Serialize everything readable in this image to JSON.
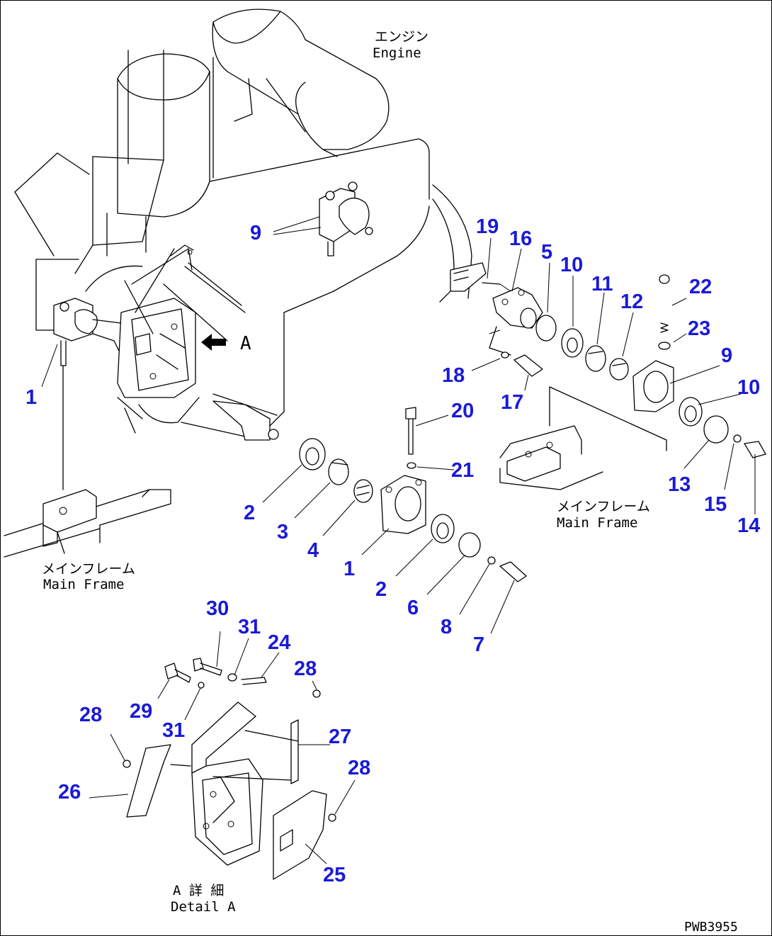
{
  "diagram": {
    "labels": {
      "engine_ja": "エンジン",
      "engine_en": "Engine",
      "main_frame_ja_left": "メインフレーム",
      "main_frame_en_left": "Main Frame",
      "main_frame_ja_right": "メインフレーム",
      "main_frame_en_right": "Main Frame",
      "view_arrow": "A",
      "detail_ja": "A 詳 細",
      "detail_en": "Detail A",
      "drawing_code": "PWB3955"
    },
    "callout_color": "#1a1ad8",
    "callouts": {
      "c9a": "9",
      "c19": "19",
      "c16": "16",
      "c5": "5",
      "c10a": "10",
      "c11": "11",
      "c12": "12",
      "c22": "22",
      "c23": "23",
      "c1a": "1",
      "c18": "18",
      "c17": "17",
      "c9b": "9",
      "c10b": "10",
      "c20": "20",
      "c21": "21",
      "c13": "13",
      "c15": "15",
      "c14": "14",
      "c2a": "2",
      "c3": "3",
      "c4": "4",
      "c1b": "1",
      "c2b": "2",
      "c6": "6",
      "c8": "8",
      "c7": "7",
      "c30": "30",
      "c31a": "31",
      "c24": "24",
      "c28a": "28",
      "c29": "29",
      "c31b": "31",
      "c28b": "28",
      "c27": "27",
      "c28c": "28",
      "c26": "26",
      "c25": "25"
    }
  }
}
